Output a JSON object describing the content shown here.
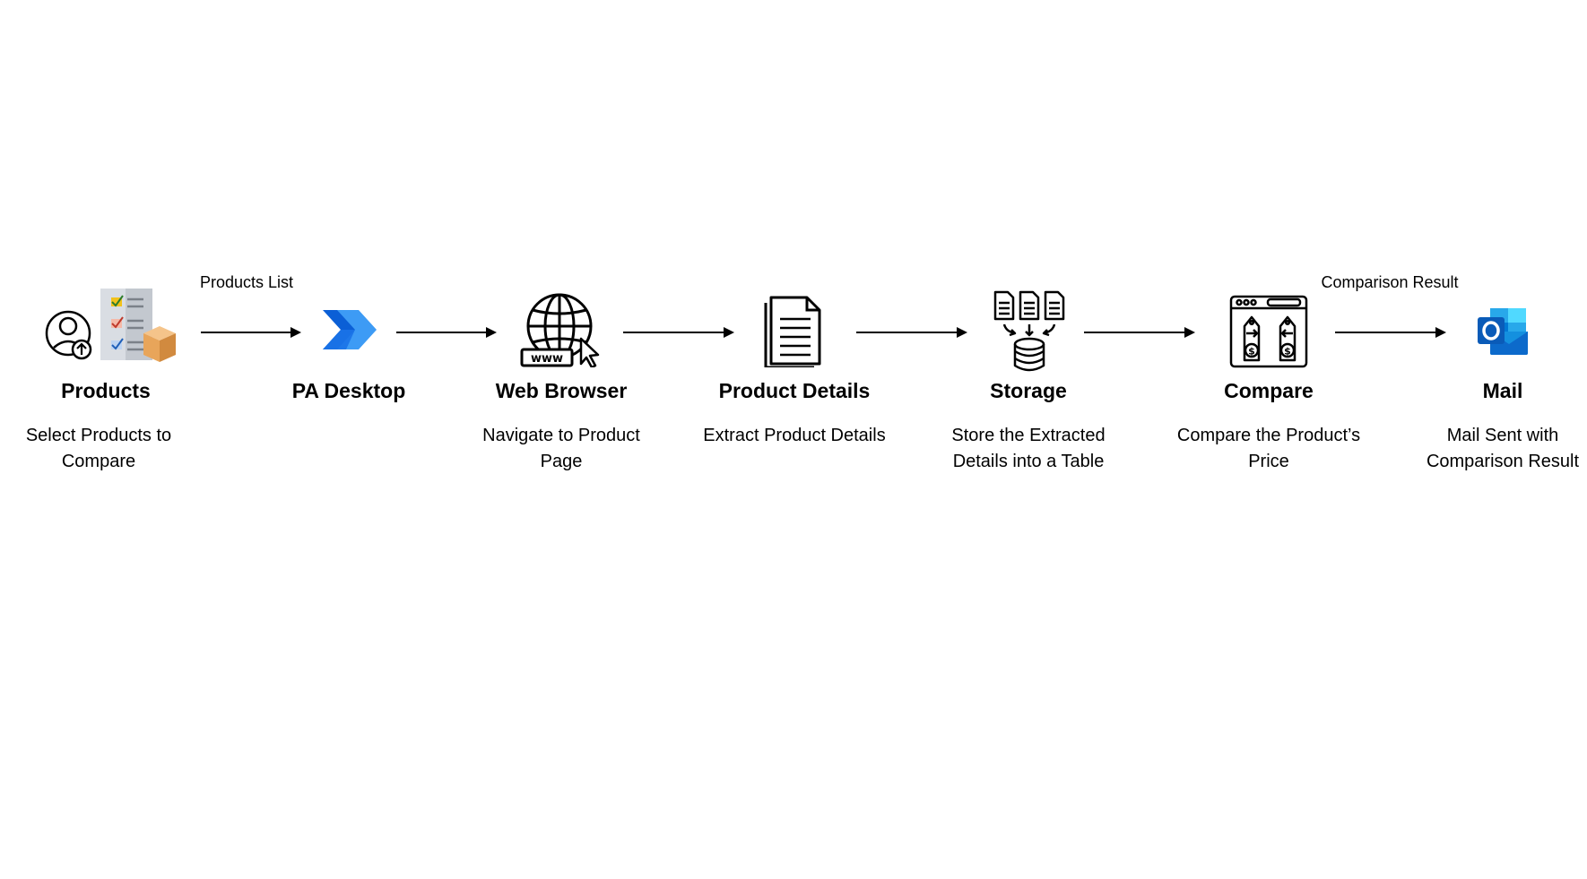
{
  "steps": [
    {
      "title": "Products",
      "desc": "Select Products to Compare",
      "icon": "products-checklist-icon"
    },
    {
      "title": "PA Desktop",
      "desc": "",
      "icon": "power-automate-logo"
    },
    {
      "title": "Web Browser",
      "desc": "Navigate to Product Page",
      "icon": "globe-www-cursor-icon"
    },
    {
      "title": "Product Details",
      "desc": "Extract Product Details",
      "icon": "document-icon"
    },
    {
      "title": "Storage",
      "desc": "Store the Extracted Details into a Table",
      "icon": "documents-to-database-icon"
    },
    {
      "title": "Compare",
      "desc": "Compare the Product’s Price",
      "icon": "price-tags-compare-icon"
    },
    {
      "title": "Mail",
      "desc": "Mail Sent with Comparison Result",
      "icon": "outlook-logo"
    }
  ],
  "arrows": [
    {
      "label": "Products List"
    },
    {
      "label": ""
    },
    {
      "label": ""
    },
    {
      "label": ""
    },
    {
      "label": ""
    },
    {
      "label": "Comparison Result"
    }
  ],
  "colors": {
    "pa_blue_dark": "#0b5fd6",
    "pa_blue_light": "#3d9bf5",
    "outlook_blue": "#0a64c8",
    "box_tan": "#e8a55a",
    "check_yellow": "#f2c21b"
  }
}
